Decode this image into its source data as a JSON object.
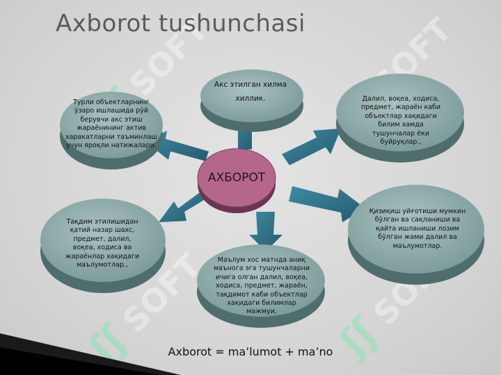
{
  "slide": {
    "title": "Axborot tushunchasi",
    "center": "АХБОРОТ",
    "formula": "Axborot = ma’lumot + ma’no",
    "watermark": "SOFT"
  },
  "nodes": [
    {
      "id": "top",
      "text": "Акс этилган хилма\nхиллик."
    },
    {
      "id": "top-right",
      "text": "Далил, воқеа, ходиса,\nпредмет, жараён каби\nобъектлар хақидаги\nбилим хамда\nтушунчалар ёки\nбуйруқлар.,"
    },
    {
      "id": "right",
      "text": "Қизиқиш уйғотиши мумкин\nбўлган ва сақланиши ва\nқайта ишланиши лозим\nбўлган жами далил ва\nмаълумотлар."
    },
    {
      "id": "bottom",
      "text": "Маълум хос матнда аниқ\nмаънога эга тушунчаларни\nичига олган далил, воқеа,\nходиса, предмет, жараён,\nтақдимот каби объектлар\nхақидаги билимлар\nмажмуи,"
    },
    {
      "id": "left",
      "text": "Тақдим этилишидан\nқатий назар шахс,\nпредмет, далил,\nвоқеа, ходиса ва\nжараёнлар хақидаги\nмаълумотлар.,"
    },
    {
      "id": "top-left",
      "text": "Турли объектларнинг\nўзаро ишлашида рўй\nберувчи акс этиш\nжараёнининг актив\nхаракатларни таъминлаш\nучун яроқли натижалари."
    }
  ],
  "colors": {
    "disc_top": "#8aa7a6",
    "disc_side": "#4f6d6c",
    "center_fill": "#b4678a",
    "arrow": "#2f6f86",
    "background": "#d8d8d8"
  }
}
